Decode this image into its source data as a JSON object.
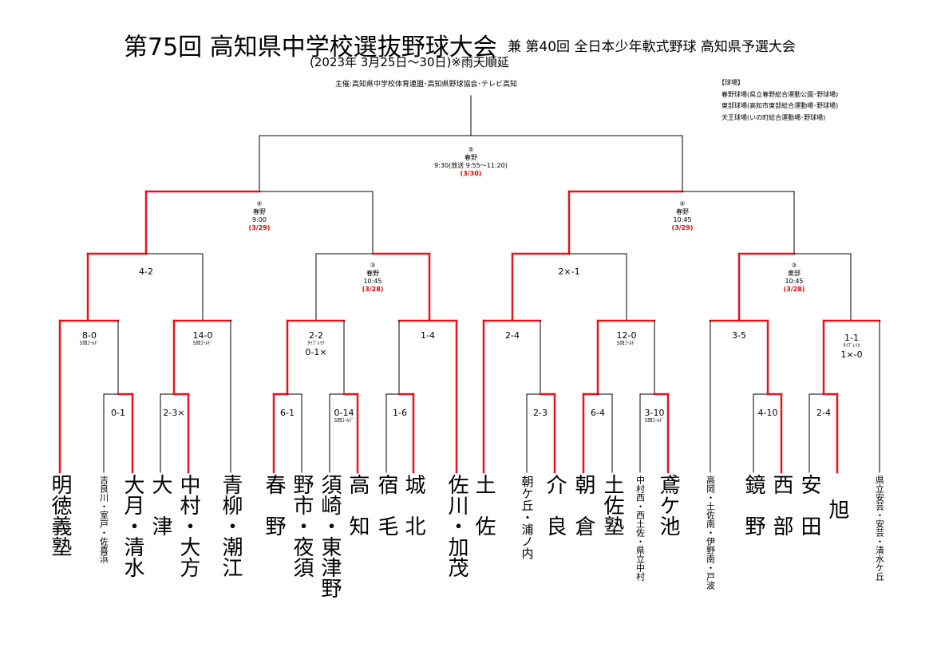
{
  "header": {
    "main_title": "第75回 高知県中学校選抜野球大会",
    "sub_title": "兼 第40回 全日本少年軟式野球 高知県予選大会",
    "date_line": "(2023年 3月25日～30日)※雨天順延",
    "organizer": "主催:高知県中学校体育連盟･高知県野球協会･テレビ高知"
  },
  "venues": {
    "heading": "【球場】",
    "items": [
      "春野球場(県立春野総合運動公園･野球場)",
      "東部球場(高知市東部総合運動場･野球場)",
      "天王球場(いの町総合運動場･野球場)"
    ]
  },
  "final": {
    "num": "⑤",
    "venue": "春野",
    "time": "9:30(放送 9:55～11:20)",
    "date": "(3/30)"
  },
  "semis": [
    {
      "num": "④",
      "venue": "春野",
      "time": "9:00",
      "date": "(3/29)"
    },
    {
      "num": "④",
      "venue": "春野",
      "time": "10:45",
      "date": "(3/29)"
    }
  ],
  "quarters": [
    {
      "score": "4-2"
    },
    {
      "num": "③",
      "venue": "春野",
      "time": "10:45",
      "date": "(3/28)"
    },
    {
      "score": "2×-1"
    },
    {
      "num": "③",
      "venue": "東部",
      "time": "10:45",
      "date": "(3/28)"
    }
  ],
  "r3": [
    {
      "score": "8-0",
      "note": "5回ｺｰﾙﾄﾞ"
    },
    {
      "score": "14-0",
      "note": "5回ｺｰﾙﾄﾞ"
    },
    {
      "score": "2-2",
      "note": "ﾀｲﾌﾞﾚｲｸ",
      "extra": "0-1×"
    },
    {
      "score": "1-4"
    },
    {
      "score": "2-4"
    },
    {
      "score": "12-0",
      "note": "5回ｺｰﾙﾄﾞ"
    },
    {
      "score": "3-5"
    },
    {
      "score": "1-1",
      "note": "ﾀｲﾌﾞﾚｲｸ",
      "extra": "1×-0"
    }
  ],
  "r2": [
    {
      "score": "0-1"
    },
    {
      "score": "2-3×"
    },
    {
      "score": "6-1"
    },
    {
      "score": "0-14",
      "note": "5回ｺｰﾙﾄﾞ"
    },
    {
      "score": "1-6"
    },
    {
      "score": "2-3"
    },
    {
      "score": "6-4"
    },
    {
      "score": "3-10",
      "note": "5回ｺｰﾙﾄﾞ"
    },
    {
      "score": "4-10"
    },
    {
      "score": "2-4"
    }
  ],
  "teams": [
    {
      "name": "明徳義塾"
    },
    {
      "name": "吉良川・室戸・佐喜浜"
    },
    {
      "name": "大月・清水"
    },
    {
      "name": "大　津"
    },
    {
      "name": "中村・大方"
    },
    {
      "name": "青柳・潮江"
    },
    {
      "name": "春　野"
    },
    {
      "name": "野市・夜須"
    },
    {
      "name": "須崎・東津野"
    },
    {
      "name": "高　知"
    },
    {
      "name": "宿　毛"
    },
    {
      "name": "城　北"
    },
    {
      "name": "佐川・加茂"
    },
    {
      "name": "土　佐"
    },
    {
      "name": "朝ケ丘・浦ノ内"
    },
    {
      "name": "介　良"
    },
    {
      "name": "朝　倉"
    },
    {
      "name": "土佐塾"
    },
    {
      "name": "中村西・西土佐・県立中村"
    },
    {
      "name": "鳶ケ池"
    },
    {
      "name": "高岡・土佐南・伊野南・戸波"
    },
    {
      "name": "鏡　野"
    },
    {
      "name": "西　部"
    },
    {
      "name": "安　田"
    },
    {
      "name": "旭"
    },
    {
      "name": "県立安芸・安芸・清水ケ丘"
    }
  ],
  "colors": {
    "winner_line": "#e8131b",
    "line": "#000000",
    "date_text": "#e00000"
  }
}
